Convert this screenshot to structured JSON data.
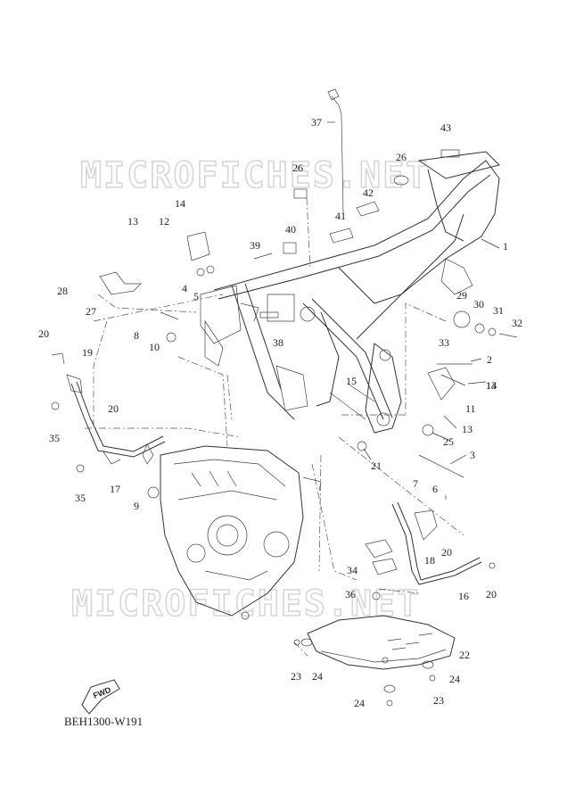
{
  "diagram_code": "BEH1300-W191",
  "watermark": "MICROFICHES.NET",
  "fwd_label": "FWD",
  "callouts": [
    "1",
    "2",
    "3",
    "4",
    "5",
    "6",
    "7",
    "8",
    "9",
    "10",
    "11",
    "12",
    "13",
    "13",
    "13",
    "14",
    "14",
    "15",
    "16",
    "17",
    "18",
    "19",
    "20",
    "20",
    "20",
    "20",
    "21",
    "22",
    "23",
    "23",
    "24",
    "24",
    "24",
    "25",
    "26",
    "26",
    "27",
    "28",
    "29",
    "30",
    "31",
    "32",
    "33",
    "34",
    "35",
    "35",
    "36",
    "37",
    "38",
    "39",
    "40",
    "41",
    "42",
    "43"
  ]
}
